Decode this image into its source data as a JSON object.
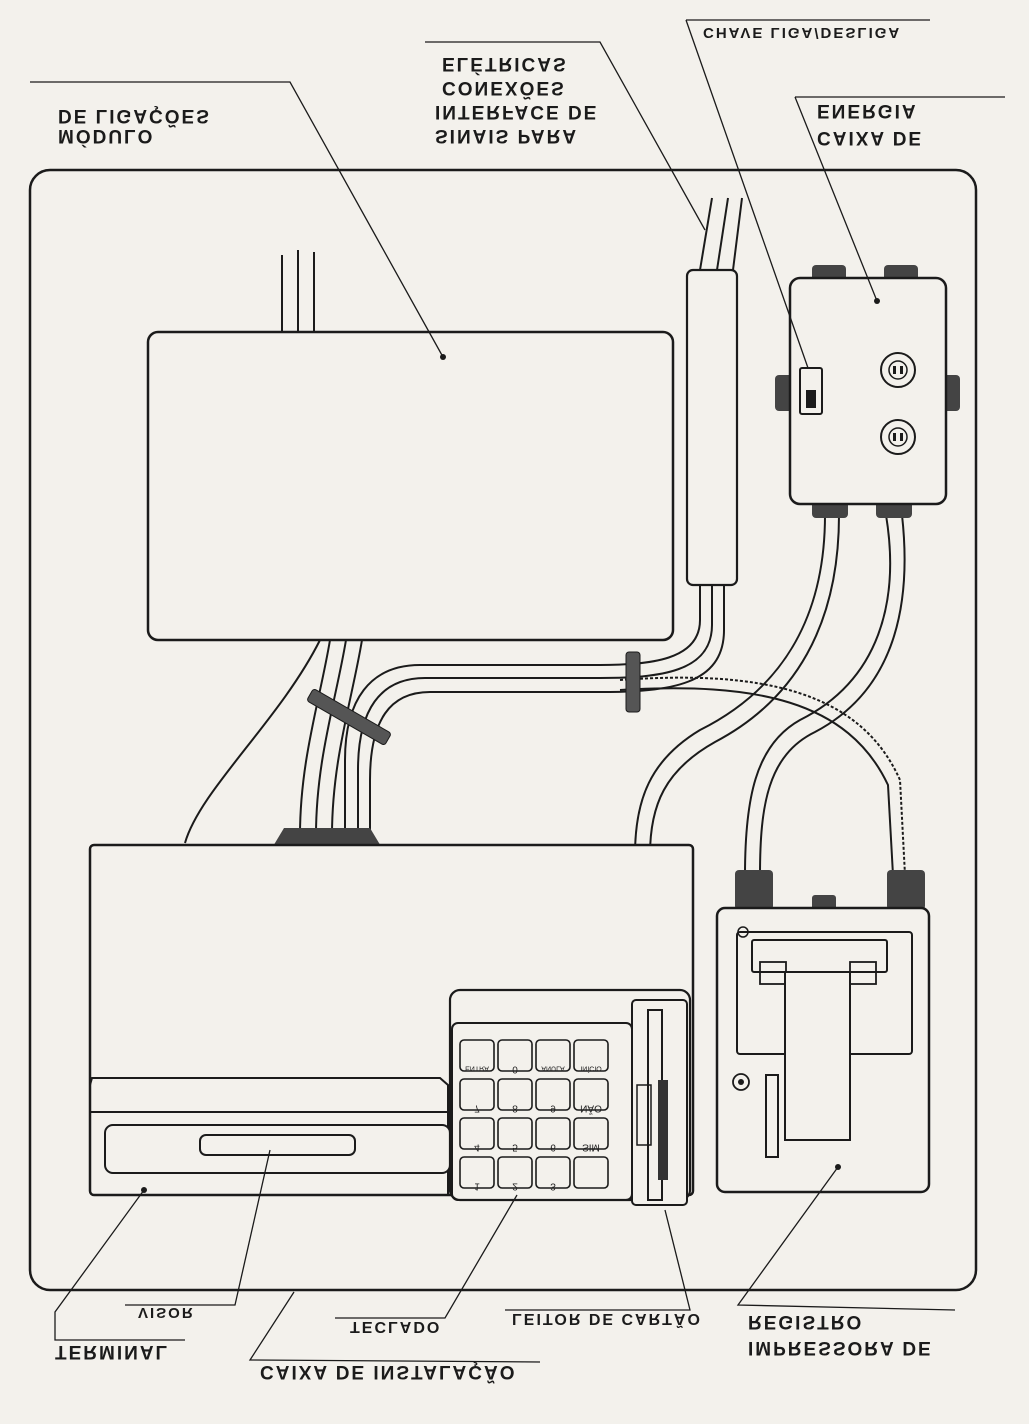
{
  "labels": {
    "modulo_1": "DE LIGAÇÕES",
    "modulo_2": "MÓDULO",
    "sinais_1": "ELÉTRICAS",
    "sinais_2": "CONEXÕES",
    "sinais_3": "INTERFACE DE",
    "sinais_4": "SINAIS PARA",
    "chave": "CHAVE LIGA/DESLIGA",
    "energia_1": "ENERGIA",
    "energia_2": "CAIXA DE",
    "visor": "VISOR",
    "terminal": "TERMINAL",
    "teclado": "TECLADO",
    "leitor": "LEITOR DE CARTÃO",
    "instalacao": "CAIXA DE INSTALAÇÃO",
    "impressora_1": "REGISTRO",
    "impressora_2": "IMPRESSORA DE"
  },
  "keypad": {
    "rows": [
      [
        "ENTRA",
        "0",
        "ANULA",
        "INÍCIO"
      ],
      [
        "7",
        "8",
        "9",
        "NÃO"
      ],
      [
        "4",
        "5",
        "6",
        "SIM"
      ],
      [
        "1",
        "2",
        "3",
        ""
      ]
    ]
  },
  "colors": {
    "ink": "#1b1b1b",
    "paper": "#f3f1ec"
  },
  "icons": [
    "power-switch-icon",
    "power-outlet-icon"
  ]
}
